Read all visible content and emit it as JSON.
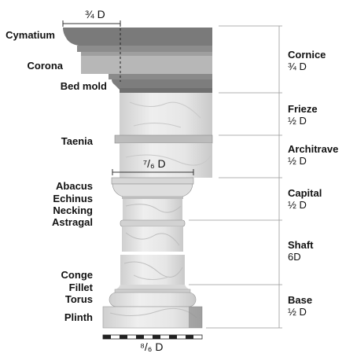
{
  "dimensions": {
    "top": "¾ D",
    "capital": "⁷/₆ D",
    "base": "⁸/₆ D"
  },
  "left_labels": {
    "cymatium": "Cymatium",
    "corona": "Corona",
    "bed_mold": "Bed mold",
    "taenia": "Taenia",
    "abacus": "Abacus",
    "echinus": "Echinus",
    "necking": "Necking",
    "astragal": "Astragal",
    "conge": "Conge",
    "fillet": "Fillet",
    "torus": "Torus",
    "plinth": "Plinth"
  },
  "sections": {
    "cornice": {
      "name": "Cornice",
      "size": "¾ D"
    },
    "frieze": {
      "name": "Frieze",
      "size": "½ D"
    },
    "architrave": {
      "name": "Architrave",
      "size": "½ D"
    },
    "capital": {
      "name": "Capital",
      "size": "½ D"
    },
    "shaft": {
      "name": "Shaft",
      "size": "6D"
    },
    "base": {
      "name": "Base",
      "size": "½ D"
    }
  },
  "colors": {
    "dark_molding": "#7a7a7a",
    "mid_molding": "#a9a9a9",
    "marble": "#e3e3e3",
    "marble_vein": "#bdbdbd",
    "line": "#999999"
  }
}
